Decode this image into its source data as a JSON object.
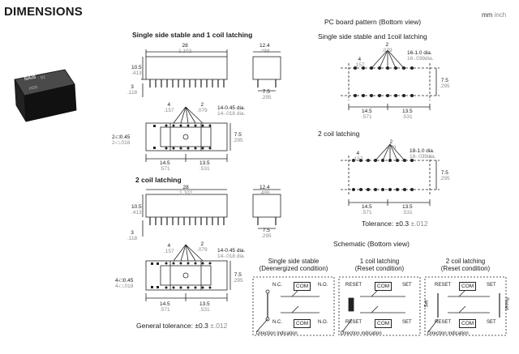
{
  "header": {
    "title": "DIMENSIONS",
    "units_mm": "mm",
    "units_inch": "inch"
  },
  "colors": {
    "ink": "#1a1a1a",
    "inch_gray": "#8a8a8a",
    "relay_body": "#111111"
  },
  "photo": {
    "brand": "NAiS",
    "marking": "S1",
    "marking2": "HDS"
  },
  "section1": {
    "heading": "Single side stable and 1 coil latching",
    "dim_len": {
      "mm": "28",
      "in": "1.102"
    },
    "dim_h": {
      "mm": "10.5",
      "in": ".413"
    },
    "dim_pin": {
      "mm": "3",
      "in": ".118"
    },
    "dim_w": {
      "mm": "12.4",
      "in": ".488"
    },
    "dim_foot": {
      "mm": "7.5",
      "in": ".295"
    },
    "dim_4": {
      "mm": "4",
      "in": ".157"
    },
    "dim_2": {
      "mm": "2",
      "in": ".079"
    },
    "dim_dia": {
      "mm": "14-0.45 dia.",
      "in": "14-.018 dia."
    },
    "dim_sq": {
      "mm": "2-□0.45",
      "in": "2-□.018"
    },
    "dim_75": {
      "mm": "7.5",
      "in": ".295"
    },
    "dim_145": {
      "mm": "14.5",
      "in": ".571"
    },
    "dim_135": {
      "mm": "13.5",
      "in": ".531"
    }
  },
  "section2": {
    "heading": "2 coil latching",
    "dim_len": {
      "mm": "28",
      "in": "1.102"
    },
    "dim_h": {
      "mm": "10.5",
      "in": ".413"
    },
    "dim_pin": {
      "mm": "3",
      "in": ".118"
    },
    "dim_w": {
      "mm": "12.4",
      "in": ".488"
    },
    "dim_foot": {
      "mm": "7.5",
      "in": ".295"
    },
    "dim_4": {
      "mm": "4",
      "in": ".157"
    },
    "dim_2": {
      "mm": "2",
      "in": ".079"
    },
    "dim_dia": {
      "mm": "14-0.45 dia.",
      "in": "14-.018 dia."
    },
    "dim_sq": {
      "mm": "4-□0.45",
      "in": "4-□.018"
    },
    "dim_75": {
      "mm": "7.5",
      "in": ".295"
    },
    "dim_145": {
      "mm": "14.5",
      "in": ".571"
    },
    "dim_135": {
      "mm": "13.5",
      "in": ".531"
    },
    "tolerance_label": "General tolerance:",
    "tolerance_mm": "±0.3",
    "tolerance_in": "±.012"
  },
  "pcb": {
    "heading": "PC board pattern (Bottom view)",
    "sub1": "Single side stable and 1coil latching",
    "p1_dim_2": {
      "mm": "2",
      "in": ".079"
    },
    "p1_dim_4": {
      "mm": "4",
      "in": ".157"
    },
    "p1_dim_dia": {
      "mm": "16-1.0 dia.",
      "in": "16-.039dia."
    },
    "p1_dim_75": {
      "mm": "7.5",
      "in": ".295"
    },
    "p1_dim_145": {
      "mm": "14.5",
      "in": ".571"
    },
    "p1_dim_135": {
      "mm": "13.5",
      "in": ".531"
    },
    "sub2": "2 coil latching",
    "p2_dim_2": {
      "mm": "2",
      "in": ".079"
    },
    "p2_dim_4": {
      "mm": "4",
      "in": ".157"
    },
    "p2_dim_dia": {
      "mm": "18-1.0 dia.",
      "in": "18-.039dia."
    },
    "p2_dim_75": {
      "mm": "7.5",
      "in": ".295"
    },
    "p2_dim_145": {
      "mm": "14.5",
      "in": ".571"
    },
    "p2_dim_135": {
      "mm": "13.5",
      "in": ".531"
    },
    "tolerance_label": "Tolerance:",
    "tolerance_mm": "±0.3",
    "tolerance_in": "±.012"
  },
  "schematic": {
    "heading": "Schematic (Bottom view)",
    "s1_title": "Single side stable",
    "s1_cond": "(Deenergized condition)",
    "s2_title": "1 coil latching",
    "s2_cond": "(Reset condition)",
    "s3_title": "2 coil latching",
    "s3_cond": "(Reset condition)",
    "nc": "N.C.",
    "com": "COM",
    "no": "N.O.",
    "reset": "RESET",
    "set": "SET",
    "set_v": "Set",
    "reset_v": "Reset",
    "direction": "Direction indication"
  }
}
